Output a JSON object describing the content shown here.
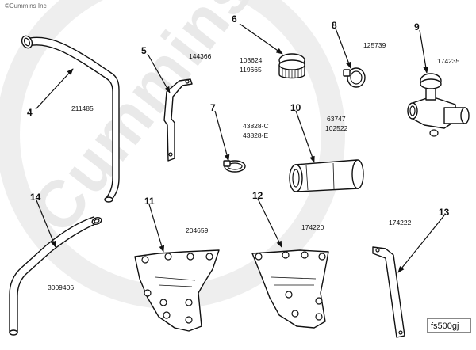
{
  "copyright": "©Cummins Inc",
  "watermark": "Cummins",
  "figure_ref": "fs500gj",
  "callouts": [
    {
      "num": "4",
      "parts": [
        "211485"
      ]
    },
    {
      "num": "5",
      "parts": [
        "144366"
      ]
    },
    {
      "num": "6",
      "parts": [
        "103624",
        "119665"
      ]
    },
    {
      "num": "7",
      "parts": [
        "43828-C",
        "43828-E"
      ]
    },
    {
      "num": "8",
      "parts": [
        "125739"
      ]
    },
    {
      "num": "9",
      "parts": [
        "174235"
      ]
    },
    {
      "num": "10",
      "parts": [
        "63747",
        "102522"
      ]
    },
    {
      "num": "11",
      "parts": [
        "204659"
      ]
    },
    {
      "num": "12",
      "parts": [
        "174220"
      ]
    },
    {
      "num": "13",
      "parts": [
        "174222"
      ]
    },
    {
      "num": "14",
      "parts": [
        "3009406"
      ]
    }
  ]
}
